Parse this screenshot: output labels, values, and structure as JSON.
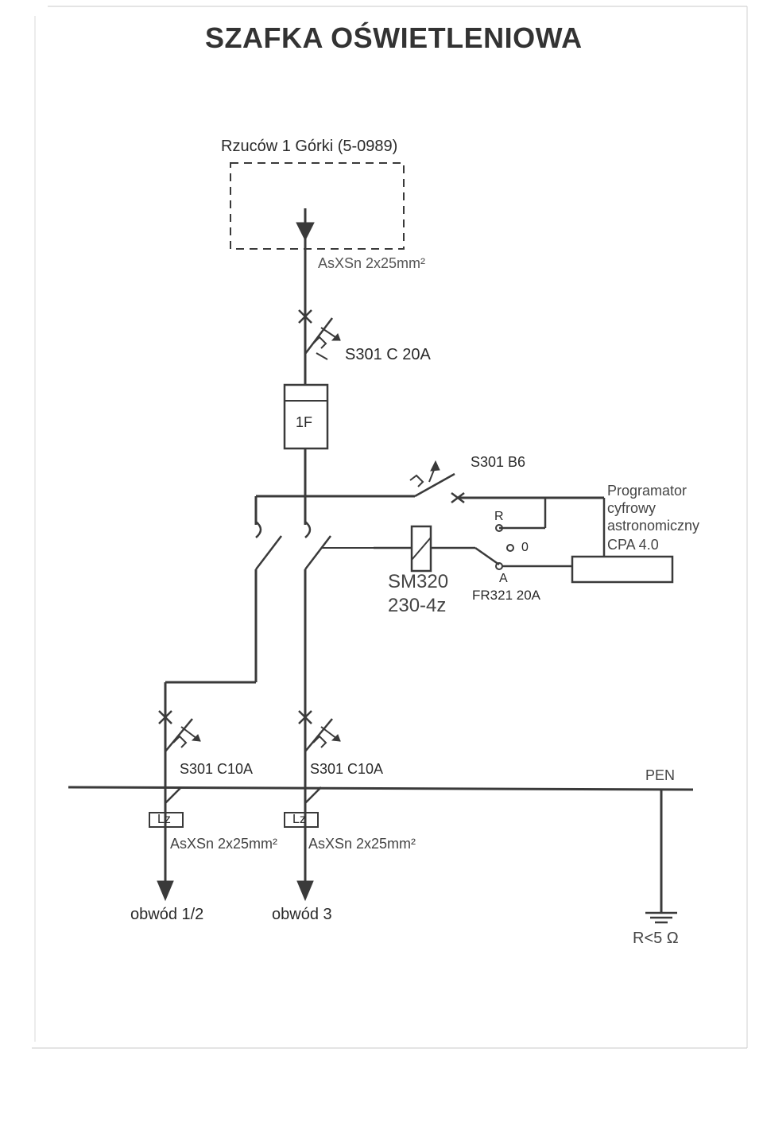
{
  "title": "SZAFKA OŚWIETLENIOWA",
  "source": {
    "label": "Rzuców 1 Górki (5-0989)"
  },
  "labels": {
    "supply_cable": "AsXSn 2x25mm²",
    "main_breaker": "S301 C 20A",
    "fuse_box": "1F",
    "control_breaker": "S301 B6",
    "contactor_1": "SM320",
    "contactor_2": "230-4z",
    "switch_r": "R",
    "switch_0": "0",
    "switch_a": "A",
    "switch_model": "FR321 20A",
    "programmer_1": "Programator",
    "programmer_2": "cyfrowy",
    "programmer_3": "astronomiczny",
    "programmer_4": "CPA 4.0",
    "breaker_left": "S301 C10A",
    "breaker_right": "S301 C10A",
    "pen": "PEN",
    "lz_left": "Lz",
    "lz_right": "Lz",
    "cable_left": "AsXSn 2x25mm²",
    "cable_right": "AsXSn 2x25mm²",
    "circuit_left": "obwód 1/2",
    "circuit_right": "obwód 3",
    "earth": "R<5 Ω"
  }
}
